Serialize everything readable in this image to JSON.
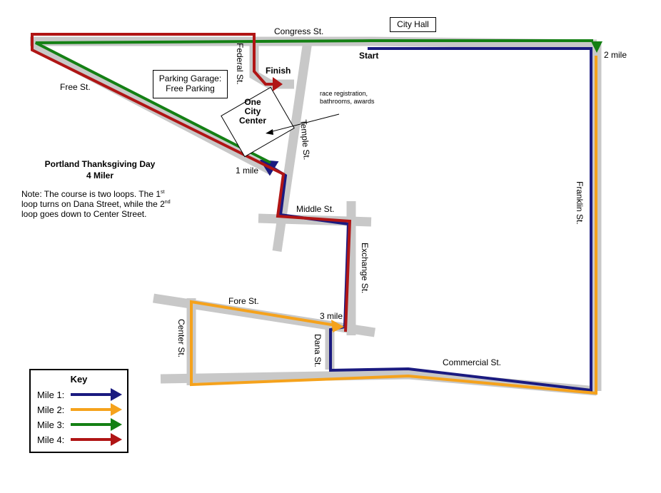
{
  "title": {
    "line1": "Portland Thanksgiving Day",
    "line2": "4 Miler"
  },
  "note": {
    "text_a": "Note:  The course is two loops.  The 1",
    "sup1": "st",
    "text_b": " loop turns on Dana Street, while the 2",
    "sup2": "nd",
    "text_c": " loop goes down to Center Street."
  },
  "labels": {
    "city_hall": "City Hall",
    "parking_line1": "Parking Garage:",
    "parking_line2": "Free Parking",
    "one": "One",
    "city": "City",
    "center": "Center",
    "race_reg_line1": "race registration,",
    "race_reg_line2": "bathrooms, awards"
  },
  "streets": {
    "congress": "Congress St.",
    "federal": "Federal St.",
    "free": "Free St.",
    "temple": "Temple St.",
    "middle": "Middle St.",
    "exchange": "Exchange St.",
    "franklin": "Franklin St.",
    "fore": "Fore St.",
    "center": "Center St.",
    "dana": "Dana St.",
    "commercial": "Commercial St."
  },
  "markers": {
    "start": "Start",
    "finish": "Finish",
    "mile1": "1 mile",
    "mile2": "2 mile",
    "mile3": "3 mile"
  },
  "key": {
    "title": "Key",
    "items": [
      {
        "label": "Mile 1:",
        "color": "#1a1a80"
      },
      {
        "label": "Mile 2:",
        "color": "#f5a21c"
      },
      {
        "label": "Mile 3:",
        "color": "#148014"
      },
      {
        "label": "Mile 4:",
        "color": "#b01515"
      }
    ]
  },
  "colors": {
    "street": "#c8c8c8",
    "mile1": "#1a1a80",
    "mile2": "#f5a21c",
    "mile3": "#148014",
    "mile4": "#b01515"
  }
}
